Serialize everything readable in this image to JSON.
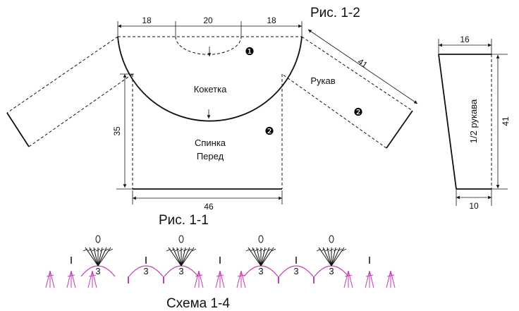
{
  "figures": {
    "fig_1_1": "Рис. 1-1",
    "fig_1_2": "Рис. 1-2",
    "scheme": "Схема 1-4"
  },
  "yoke": {
    "label": "Кокетка",
    "dims": [
      "18",
      "20",
      "18"
    ],
    "marker": "❶"
  },
  "body": {
    "label_back": "Спинка",
    "label_front": "Перед",
    "height": "35",
    "width": "46",
    "marker": "❷"
  },
  "sleeve": {
    "label": "Рукав",
    "length": "41",
    "marker": "❷"
  },
  "half_sleeve": {
    "label": "1/2 рукава",
    "top_width": "16",
    "bottom_width": "10",
    "length": "41"
  },
  "stitch_chart": {
    "arc_label": "3",
    "arc_count": 6
  },
  "colors": {
    "line": "#111111",
    "accent": "#c43fb4"
  }
}
